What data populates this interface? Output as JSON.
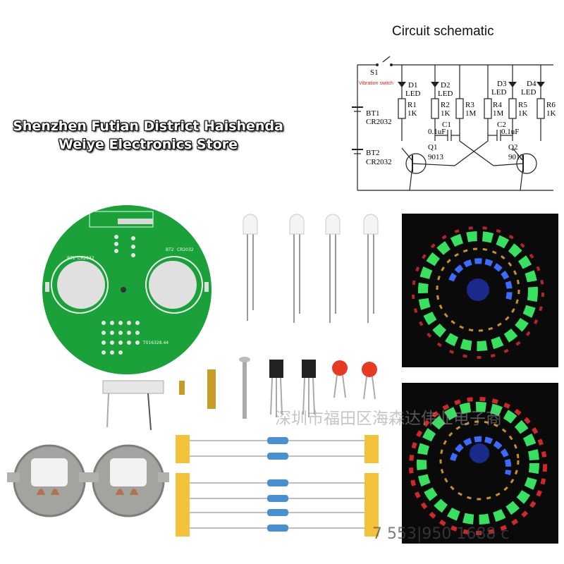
{
  "store": {
    "line1": "Shenzhen Futian District Haishenda",
    "line2": "Weiye Electronics Store"
  },
  "schematic": {
    "title": "Circuit schematic",
    "labels": {
      "s1": "S1",
      "vib": "Vibration switch",
      "bt1": "BT1",
      "bt1_type": "CR2032",
      "bt2": "BT2",
      "bt2_type": "CR2032",
      "d1": "D1",
      "d2": "D2",
      "d3": "D3",
      "d4": "D4",
      "led": "LED",
      "r1": "R1",
      "r2": "R2",
      "r3": "R3",
      "r4": "R4",
      "r5": "R5",
      "r6": "R6",
      "r1_val": "1K",
      "r2_val": "1K",
      "r3_val": "1M",
      "r4_val": "1M",
      "r5_val": "1K",
      "r6_val": "1K",
      "c1": "C1",
      "c2": "C2",
      "cap_val": "0.1uF",
      "q1": "Q1",
      "q2": "Q2",
      "q_type": "9013"
    }
  },
  "pcb": {
    "bt1": "BT1",
    "bt2": "BT2",
    "cr": "CR2032",
    "code": "T016328.44"
  },
  "watermarks": {
    "chinese": "深圳市福田区海森达伟业电子商",
    "number": "7 553|950 1688 c"
  },
  "colors": {
    "pcb_green": "#1aa13a",
    "led_green": "#38e060",
    "led_blue": "#3b6bff",
    "led_red": "#ff3030"
  }
}
